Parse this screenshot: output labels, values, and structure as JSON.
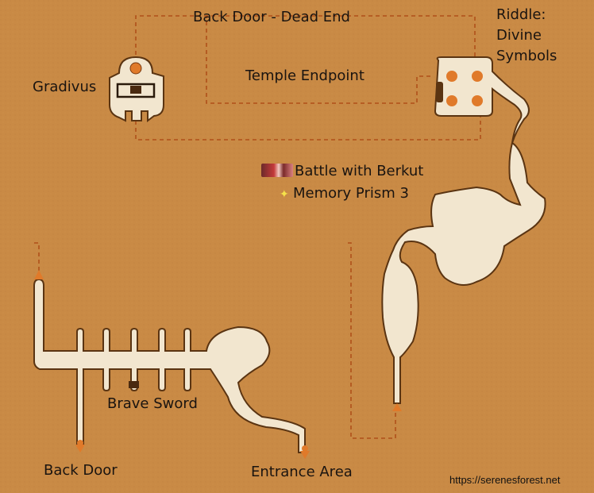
{
  "map": {
    "background_color": "#c98a45",
    "path_fill": "#f2e6cf",
    "path_stroke": "#5a3412",
    "route_color": "#b0501a",
    "marker_color": "#e07a2a"
  },
  "labels": {
    "back_door_dead_end": "Back Door - Dead End",
    "riddle_line1": "Riddle:",
    "riddle_line2": "Divine",
    "riddle_line3": "Symbols",
    "gradivus": "Gradivus",
    "temple_endpoint": "Temple Endpoint",
    "battle_with_berkut": "Battle with Berkut",
    "memory_prism_3": "Memory Prism 3",
    "brave_sword": "Brave Sword",
    "back_door": "Back Door",
    "entrance_area": "Entrance Area",
    "watermark": "https://serenesforest.net"
  },
  "icons": {
    "battle": "enemy-portrait-icon",
    "prism": "sparkle-icon",
    "chest": "treasure-chest-icon",
    "symbol": "divine-symbol-icon",
    "door": "door-icon",
    "exit": "exit-arrow-icon"
  }
}
